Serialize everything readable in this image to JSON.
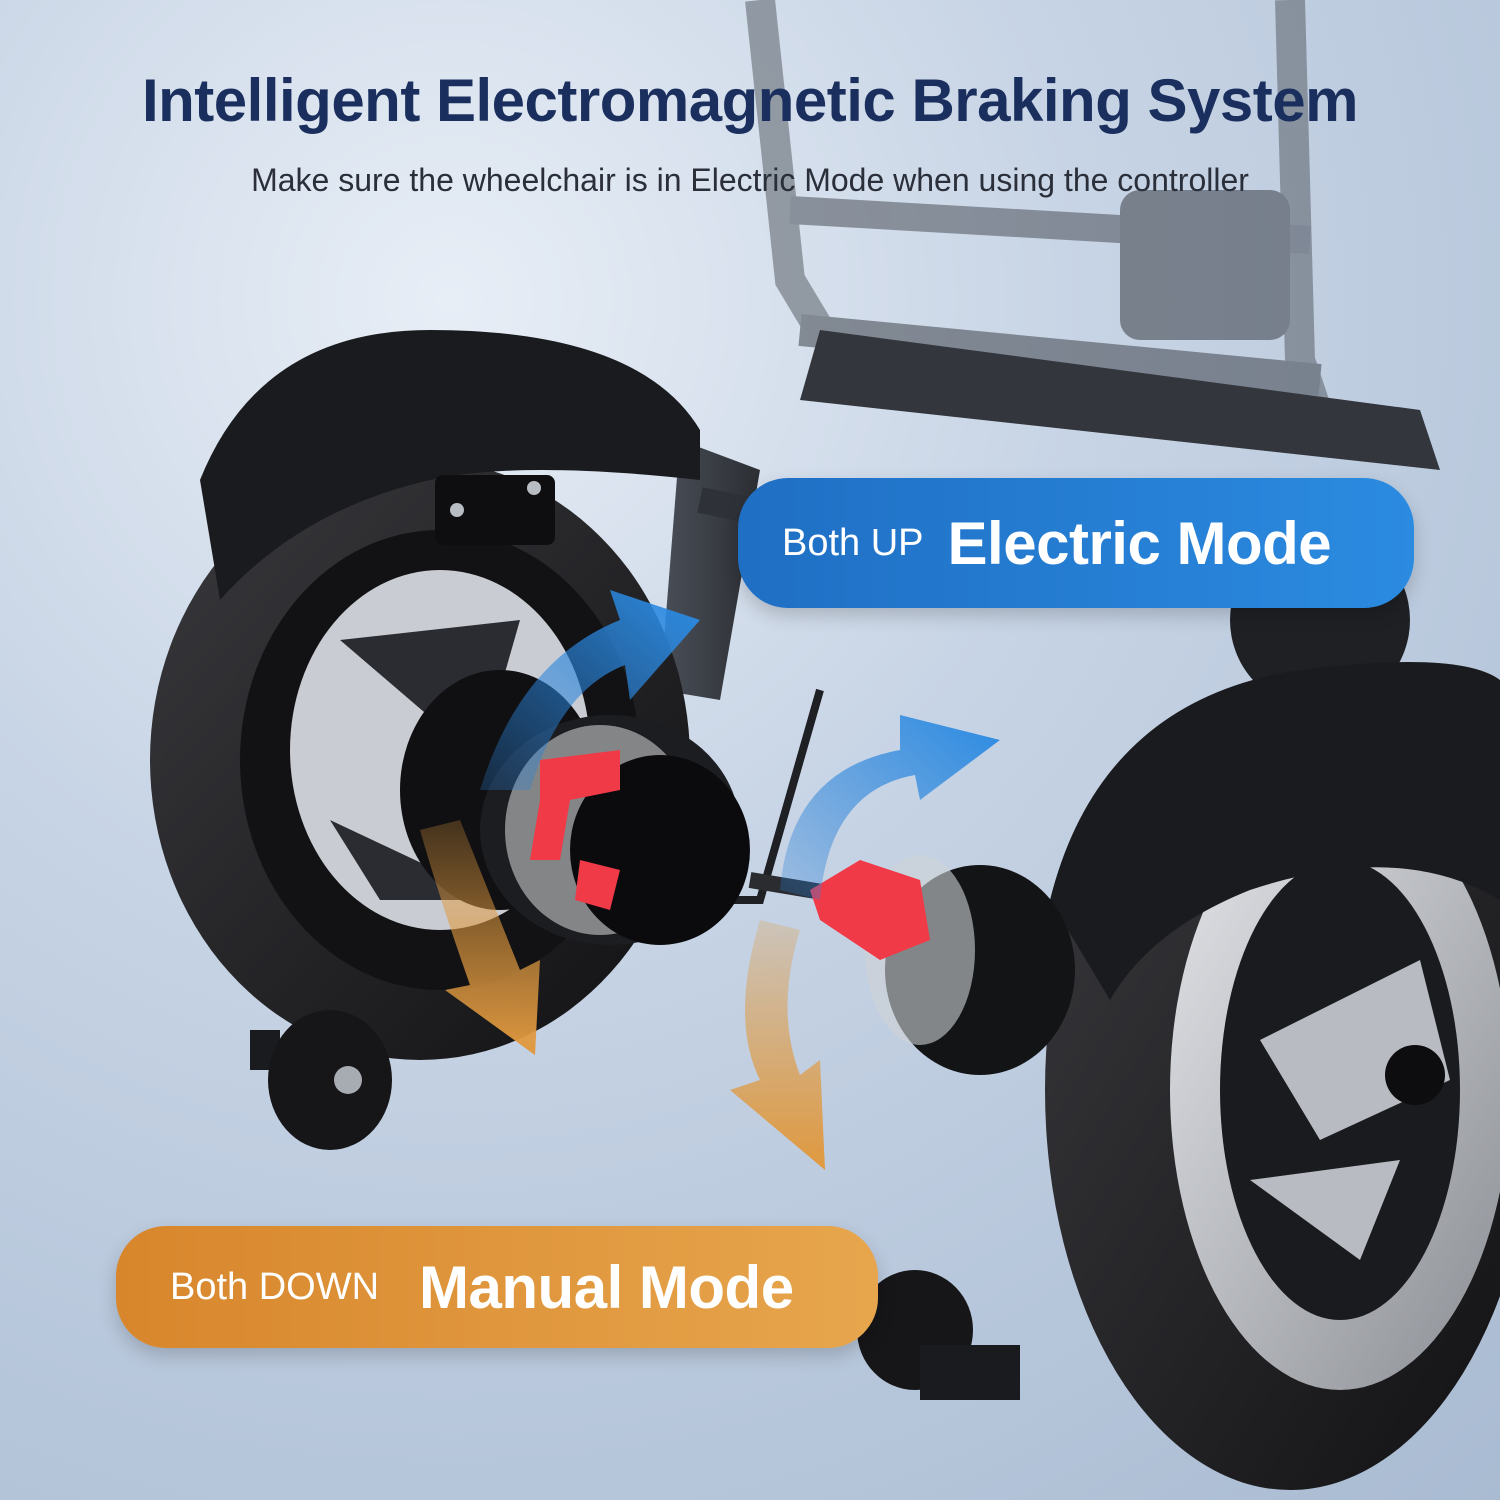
{
  "headline": "Intelligent Electromagnetic Braking System",
  "subheadline": "Make sure the wheelchair is in Electric Mode when using the controller",
  "electric_mode": {
    "condition": "Both UP",
    "mode": "Electric Mode",
    "color": "#2b8be0"
  },
  "manual_mode": {
    "condition": "Both DOWN",
    "mode": "Manual Mode",
    "color": "#e0993f"
  },
  "lever_color": "#f03a48",
  "headline_color": "#1b2f5e"
}
